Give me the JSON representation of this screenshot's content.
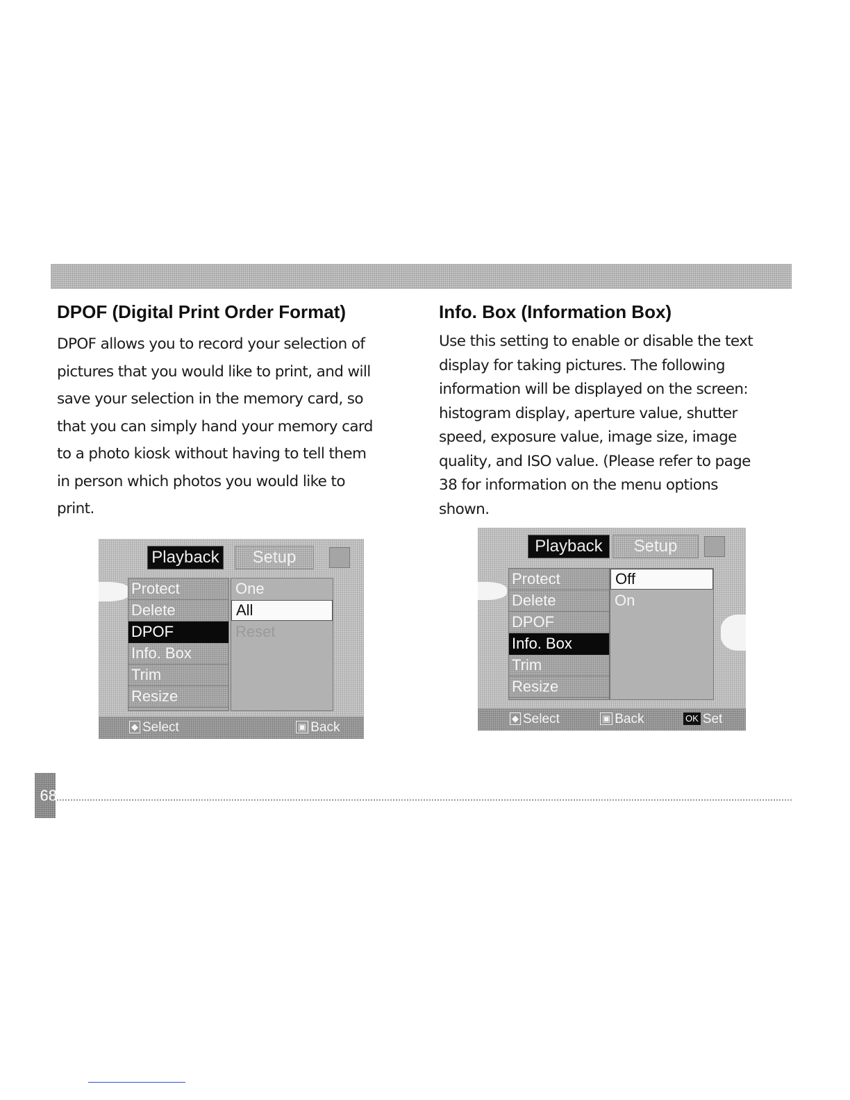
{
  "left": {
    "heading": "DPOF (Digital Print Order Format)",
    "lines": [
      "DPOF allows you to record your selection of",
      "pictures that you would like to print, and will",
      "save your selection in the memory card, so",
      "that you can simply hand your memory card",
      "to a photo kiosk without having to tell them",
      "in person which photos you would like to",
      "print."
    ],
    "screen": {
      "tab_active": "Playback",
      "tab_inactive": "Setup",
      "menu": [
        "Protect",
        "Delete",
        "DPOF",
        "Info. Box",
        "Trim",
        "Resize"
      ],
      "selected_menu": "DPOF",
      "options": [
        "One",
        "All",
        "Reset"
      ],
      "selected_option": "All",
      "footer_select": "Select",
      "footer_back": "Back"
    }
  },
  "right": {
    "heading": "Info. Box (Information Box)",
    "lines": [
      "Use this setting to enable or disable the text",
      "display for taking pictures. The following",
      "information will be displayed on the screen:",
      "histogram display, aperture value, shutter",
      "speed, exposure value, image size, image",
      "quality, and ISO value. (Please refer to page",
      "38 for information on the menu options",
      "shown."
    ],
    "screen": {
      "tab_active": "Playback",
      "tab_inactive": "Setup",
      "menu": [
        "Protect",
        "Delete",
        "DPOF",
        "Info. Box",
        "Trim",
        "Resize"
      ],
      "selected_menu": "Info. Box",
      "options": [
        "Off",
        "On"
      ],
      "selected_option": "Off",
      "footer_select": "Select",
      "footer_back": "Back",
      "footer_set": "Set",
      "ok_glyph": "OK"
    }
  },
  "page_number": "68"
}
